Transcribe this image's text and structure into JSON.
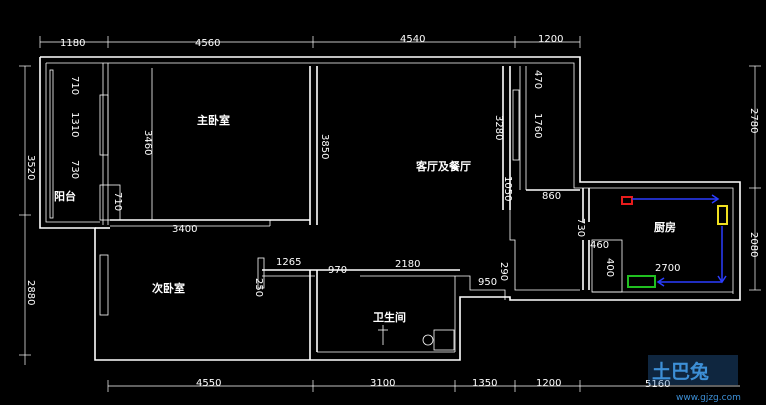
{
  "rooms": {
    "master_bedroom": "主卧室",
    "living_dining": "客厅及餐厅",
    "balcony": "阳台",
    "second_bedroom": "次卧室",
    "bathroom": "卫生间",
    "kitchen": "厨房"
  },
  "dimensions": {
    "top_1": "1180",
    "top_2": "4560",
    "top_3": "4540",
    "top_4": "1200",
    "bottom_1": "4550",
    "bottom_2": "3100",
    "bottom_3": "1350",
    "bottom_4": "1200",
    "bottom_5": "5160",
    "left_1": "3520",
    "left_2": "2880",
    "right_1": "2780",
    "right_2": "2080",
    "balcony_710_top": "710",
    "balcony_1310": "1310",
    "balcony_730": "730",
    "balcony_710_low": "710",
    "master_3460": "3460",
    "living_3850": "3850",
    "living_3280": "3280",
    "living_1050": "1050",
    "right_470": "470",
    "right_1760": "1760",
    "kitchen_860": "860",
    "kitchen_730": "730",
    "kitchen_460": "460",
    "kitchen_2700": "2700",
    "kitchen_400": "400",
    "mid_3400": "3400",
    "mid_1265": "1265",
    "mid_970": "970",
    "mid_2180": "2180",
    "mid_250": "250",
    "mid_290": "290",
    "mid_950": "950"
  },
  "watermark": {
    "text": "土巴兔",
    "url": "www.gjzg.com"
  },
  "colors": {
    "wall": "#ffffff",
    "background": "#000000",
    "kitchen_red": "#e81c1c",
    "kitchen_yellow": "#f0e020",
    "kitchen_green": "#20c020",
    "kitchen_blue": "#2a3cff"
  }
}
